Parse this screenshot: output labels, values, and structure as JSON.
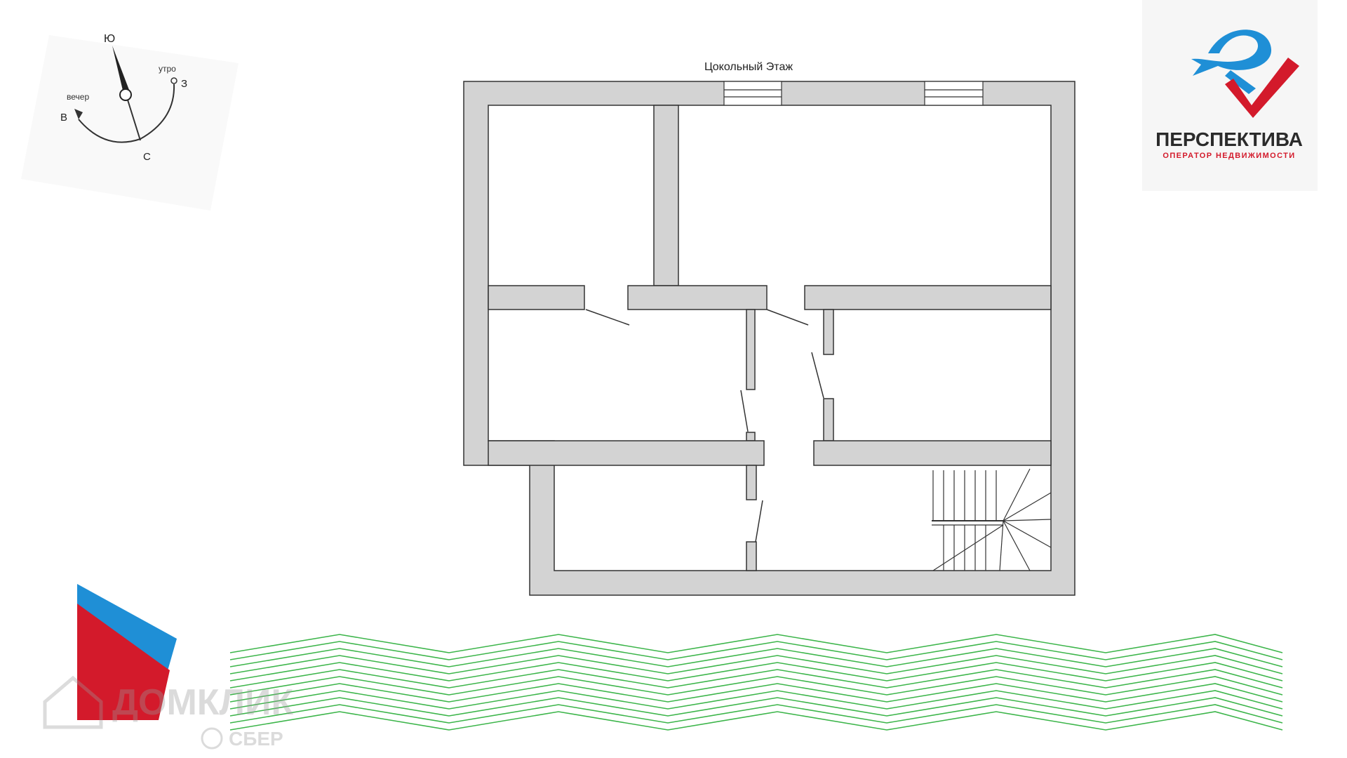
{
  "floor_title": "Цокольный Этаж",
  "compass": {
    "labels": {
      "south": "Ю",
      "north": "С",
      "east": "В",
      "west": "З",
      "morning": "утро",
      "evening": "вечер"
    }
  },
  "brand": {
    "name": "ПЕРСПЕКТИВА",
    "tagline": "ОПЕРАТОР НЕДВИЖИМОСТИ",
    "colors": {
      "blue": "#1f8fd6",
      "red": "#d31a2b",
      "dark": "#2b2b2b"
    }
  },
  "watermark": {
    "primary": "ДОМКЛИК",
    "secondary": "СБЕР"
  },
  "colors": {
    "wall": "#d3d3d3",
    "stroke": "#333333",
    "chevron": "#3cb54a",
    "flag_blue": "#1f8fd6",
    "flag_red": "#d31a2b"
  }
}
